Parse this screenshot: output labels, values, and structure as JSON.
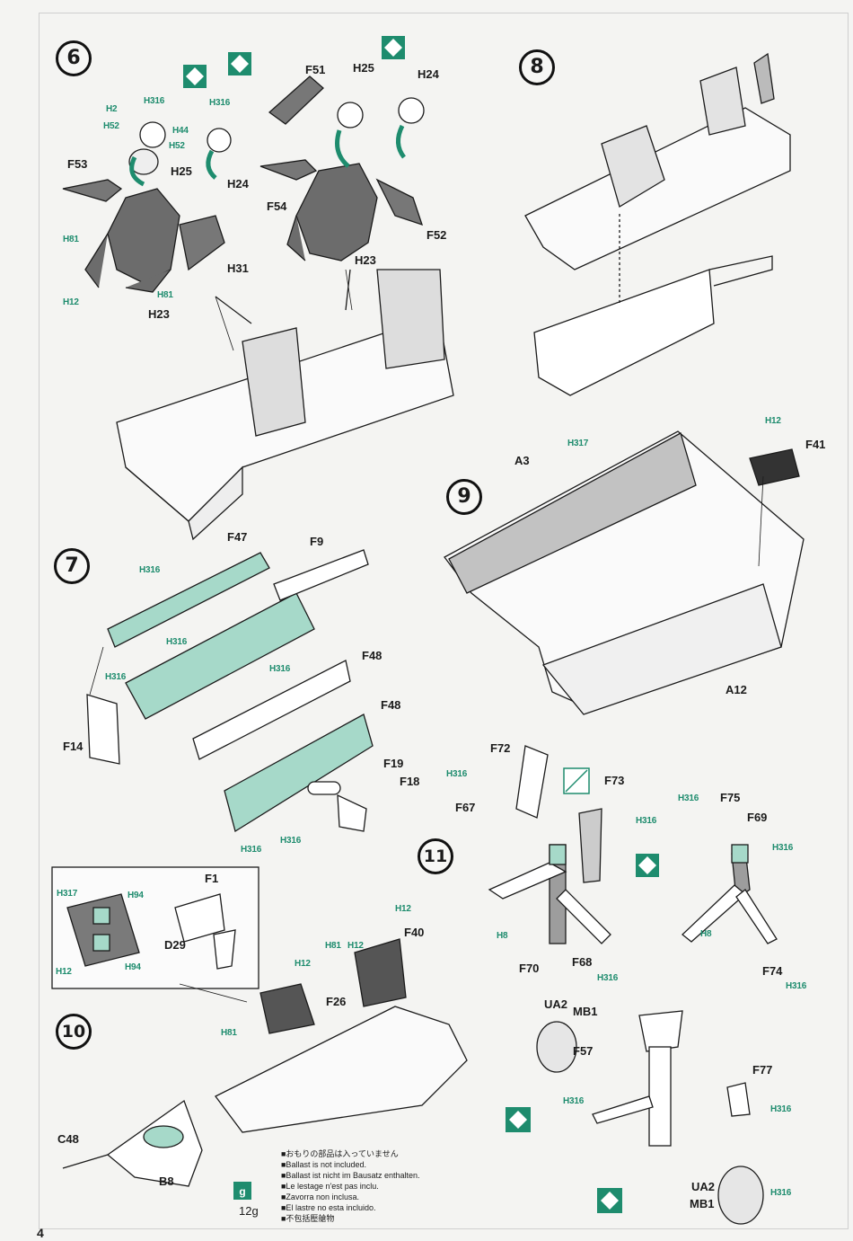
{
  "page": {
    "number": "4"
  },
  "steps": [
    {
      "key": "s6",
      "label": "6"
    },
    {
      "key": "s7",
      "label": "7"
    },
    {
      "key": "s8",
      "label": "8"
    },
    {
      "key": "s9",
      "label": "9"
    },
    {
      "key": "s10",
      "label": "10"
    },
    {
      "key": "s11",
      "label": "11"
    }
  ],
  "part_labels": [
    {
      "key": "p_f51",
      "text": "F51"
    },
    {
      "key": "p_h25a",
      "text": "H25"
    },
    {
      "key": "p_h24a",
      "text": "H24"
    },
    {
      "key": "p_h25b",
      "text": "H25"
    },
    {
      "key": "p_h24b",
      "text": "H24"
    },
    {
      "key": "p_f53",
      "text": "F53"
    },
    {
      "key": "p_f54",
      "text": "F54"
    },
    {
      "key": "p_f52",
      "text": "F52"
    },
    {
      "key": "p_h31",
      "text": "H31"
    },
    {
      "key": "p_h23a",
      "text": "H23"
    },
    {
      "key": "p_h23b",
      "text": "H23"
    },
    {
      "key": "p_f47",
      "text": "F47"
    },
    {
      "key": "p_f9",
      "text": "F9"
    },
    {
      "key": "p_f48a",
      "text": "F48"
    },
    {
      "key": "p_f48b",
      "text": "F48"
    },
    {
      "key": "p_f14",
      "text": "F14"
    },
    {
      "key": "p_f19",
      "text": "F19"
    },
    {
      "key": "p_f18",
      "text": "F18"
    },
    {
      "key": "p_a3",
      "text": "A3"
    },
    {
      "key": "p_f41",
      "text": "F41"
    },
    {
      "key": "p_a12",
      "text": "A12"
    },
    {
      "key": "p_f1",
      "text": "F1"
    },
    {
      "key": "p_d29",
      "text": "D29"
    },
    {
      "key": "p_f40",
      "text": "F40"
    },
    {
      "key": "p_f26",
      "text": "F26"
    },
    {
      "key": "p_c48",
      "text": "C48"
    },
    {
      "key": "p_b8",
      "text": "B8"
    },
    {
      "key": "p_12g",
      "text": "12g"
    },
    {
      "key": "p_f72",
      "text": "F72"
    },
    {
      "key": "p_f73",
      "text": "F73"
    },
    {
      "key": "p_f67",
      "text": "F67"
    },
    {
      "key": "p_f70",
      "text": "F70"
    },
    {
      "key": "p_f68",
      "text": "F68"
    },
    {
      "key": "p_f75",
      "text": "F75"
    },
    {
      "key": "p_f69",
      "text": "F69"
    },
    {
      "key": "p_f74",
      "text": "F74"
    },
    {
      "key": "p_ua2a",
      "text": "UA2"
    },
    {
      "key": "p_mb1a",
      "text": "MB1"
    },
    {
      "key": "p_f57",
      "text": "F57"
    },
    {
      "key": "p_f77",
      "text": "F77"
    },
    {
      "key": "p_ua2b",
      "text": "UA2"
    },
    {
      "key": "p_mb1b",
      "text": "MB1"
    }
  ],
  "color_codes": [
    {
      "key": "c1",
      "text": "H316"
    },
    {
      "key": "c2",
      "text": "H316"
    },
    {
      "key": "c3",
      "text": "H2"
    },
    {
      "key": "c4",
      "text": "H52"
    },
    {
      "key": "c5",
      "text": "H44"
    },
    {
      "key": "c6",
      "text": "H52"
    },
    {
      "key": "c7",
      "text": "H81"
    },
    {
      "key": "c8",
      "text": "H12"
    },
    {
      "key": "c9",
      "text": "H81"
    },
    {
      "key": "c10",
      "text": "H316"
    },
    {
      "key": "c11",
      "text": "H316"
    },
    {
      "key": "c12",
      "text": "H316"
    },
    {
      "key": "c13",
      "text": "H316"
    },
    {
      "key": "c14",
      "text": "H316"
    },
    {
      "key": "c15",
      "text": "H316"
    },
    {
      "key": "c16",
      "text": "H317"
    },
    {
      "key": "c17",
      "text": "H12"
    },
    {
      "key": "c18",
      "text": "H317"
    },
    {
      "key": "c19",
      "text": "H94"
    },
    {
      "key": "c20",
      "text": "H12"
    },
    {
      "key": "c21",
      "text": "H94"
    },
    {
      "key": "c22",
      "text": "H12"
    },
    {
      "key": "c23",
      "text": "H81"
    },
    {
      "key": "c24",
      "text": "H12"
    },
    {
      "key": "c25",
      "text": "H12"
    },
    {
      "key": "c26",
      "text": "H81"
    },
    {
      "key": "c27",
      "text": "H316"
    },
    {
      "key": "c28",
      "text": "H316"
    },
    {
      "key": "c29",
      "text": "H8"
    },
    {
      "key": "c30",
      "text": "H316"
    },
    {
      "key": "c31",
      "text": "H316"
    },
    {
      "key": "c32",
      "text": "H316"
    },
    {
      "key": "c33",
      "text": "H8"
    },
    {
      "key": "c34",
      "text": "H316"
    },
    {
      "key": "c35",
      "text": "H316"
    },
    {
      "key": "c36",
      "text": "H316"
    },
    {
      "key": "c37",
      "text": "H316"
    }
  ],
  "ballast_note": [
    "■おもりの部品は入っていません",
    "■Ballast is not included.",
    "■Ballast ist nicht im Bausatz enthalten.",
    "■Le lestage n'est pas inclu.",
    "■Zavorra non inclusa.",
    "■El lastre no esta incluido.",
    "■不包括壓艙物"
  ],
  "colors": {
    "ink": "#1b1b1b",
    "accent": "#1e8c6e",
    "tint": "#a6d9c9",
    "paper": "#f4f4f2"
  }
}
